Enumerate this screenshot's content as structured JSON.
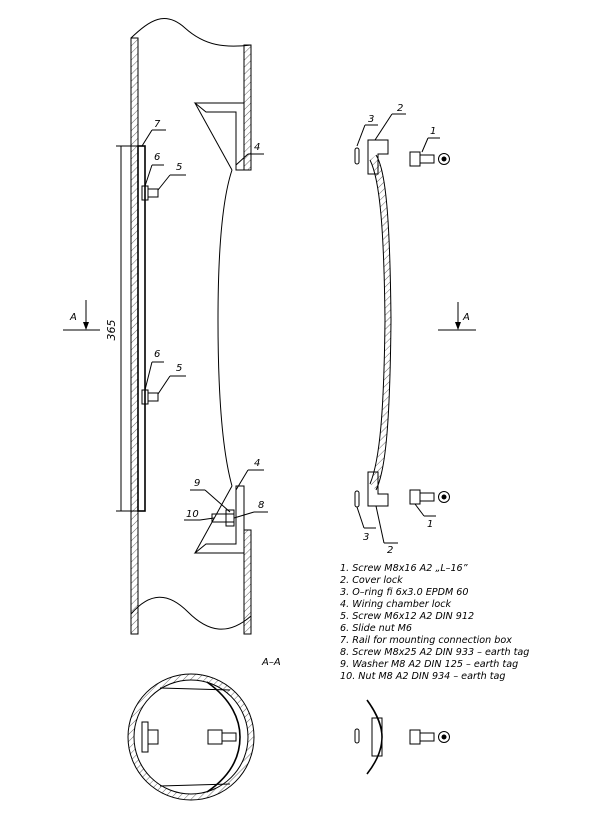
{
  "dimension": "365",
  "section_mark": "A",
  "section_title": "A–A",
  "callouts": {
    "c7": "7",
    "c6a": "6",
    "c5a": "5",
    "c6b": "6",
    "c5b": "5",
    "c4a": "4",
    "c4b": "4",
    "c9": "9",
    "c10": "10",
    "c8": "8",
    "c3a": "3",
    "c2a": "2",
    "c1a": "1",
    "c1b": "1",
    "c3b": "3",
    "c2b": "2"
  },
  "parts_list": [
    "1. Screw M8x16 A2 „L–16”",
    "2. Cover lock",
    "3. O–ring fi 6x3.0 EPDM 60",
    "4. Wiring chamber lock",
    "5. Screw M6x12 A2 DIN 912",
    "6. Slide nut M6",
    "7. Rail for mounting connection box",
    "8. Screw M8x25 A2 DIN 933 – earth tag",
    "9. Washer M8 A2 DIN 125 – earth tag",
    "10. Nut M8 A2 DIN 934 – earth tag"
  ]
}
